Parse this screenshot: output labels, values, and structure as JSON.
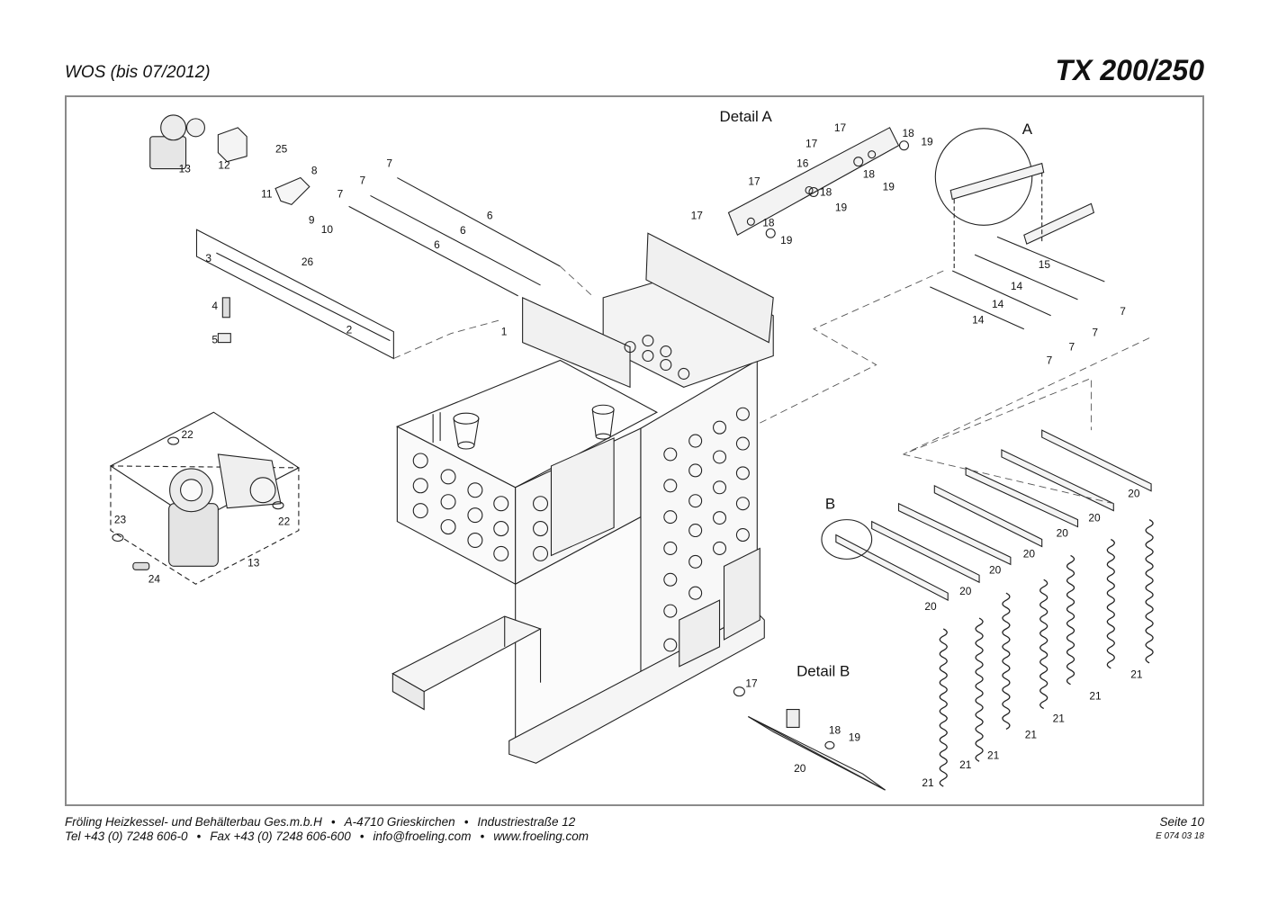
{
  "header": {
    "left": "WOS (bis 07/2012)",
    "right": "TX 200/250"
  },
  "footer": {
    "company": "Fröling Heizkessel- und Behälterbau Ges.m.b.H",
    "city": "A-4710 Grieskirchen",
    "street": "Industriestraße 12",
    "tel": "Tel +43 (0) 7248 606-0",
    "fax": "Fax +43 (0) 7248 606-600",
    "email": "info@froeling.com",
    "web": "www.froeling.com",
    "separator": "•",
    "page": "Seite 10",
    "doc_code": "E 074 03 18"
  },
  "diagram": {
    "detail_labels": [
      "Detail A",
      "A",
      "Detail B",
      "B"
    ],
    "part_labels": [
      "13",
      "12",
      "25",
      "8",
      "11",
      "9",
      "10",
      "7",
      "7",
      "7",
      "6",
      "6",
      "6",
      "3",
      "26",
      "4",
      "5",
      "2",
      "1",
      "22",
      "22",
      "23",
      "13",
      "24",
      "17",
      "17",
      "17",
      "17",
      "16",
      "18",
      "18",
      "18",
      "18",
      "19",
      "19",
      "19",
      "19",
      "15",
      "14",
      "14",
      "14",
      "7",
      "7",
      "7",
      "7",
      "20",
      "20",
      "20",
      "20",
      "20",
      "20",
      "20",
      "20",
      "20",
      "21",
      "21",
      "21",
      "21",
      "21",
      "21",
      "21",
      "21",
      "21",
      "17",
      "18",
      "19",
      "20"
    ]
  }
}
